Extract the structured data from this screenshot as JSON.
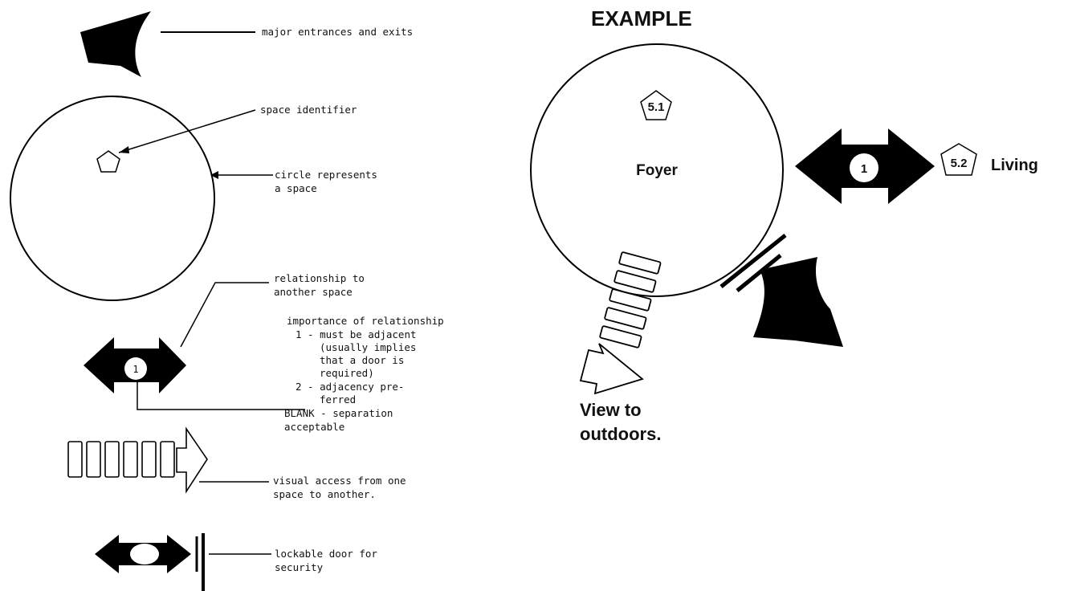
{
  "legend": {
    "entrances_label": "major entrances and exits",
    "space_identifier_label": "space identifier",
    "circle_label_line1": "circle represents",
    "circle_label_line2": "a space",
    "relationship_line1": "relationship to",
    "relationship_line2": "another space",
    "importance_title": "importance of relationship",
    "importance_1_line1": "1 - must be adjacent",
    "importance_1_line2": "(usually implies",
    "importance_1_line3": "that a door is",
    "importance_1_line4": "required)",
    "importance_2_line1": "2 - adjacency pre-",
    "importance_2_line2": "ferred",
    "blank_line1": "BLANK - separation",
    "blank_line2": "acceptable",
    "relationship_number": "1",
    "visual_line1": "visual access from one",
    "visual_line2": "space to another.",
    "door_line1": "lockable door for",
    "door_line2": "security"
  },
  "example": {
    "heading": "EXAMPLE",
    "space_id": "5.1",
    "space_name": "Foyer",
    "relationship_number": "1",
    "linked_space_id": "5.2",
    "linked_space_name": "Living",
    "view_line1": "View to",
    "view_line2": "outdoors."
  }
}
